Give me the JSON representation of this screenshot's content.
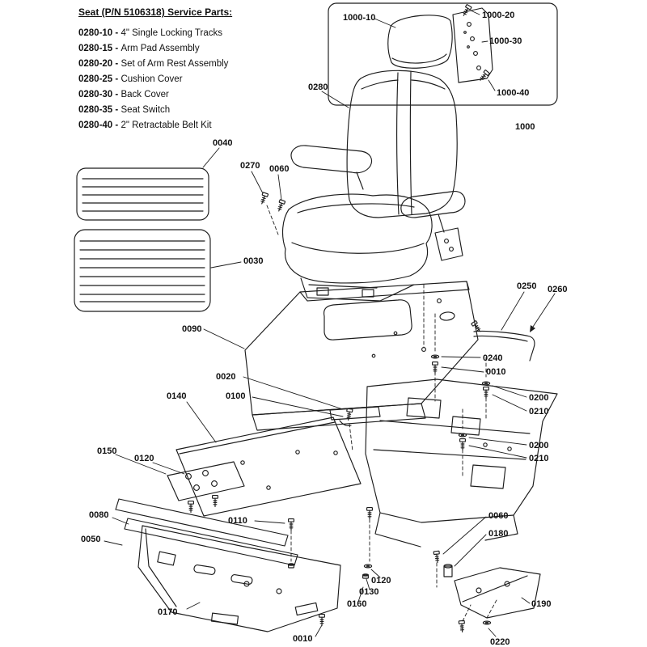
{
  "page": {
    "background": "#ffffff",
    "line_color": "#1c1c1c"
  },
  "legend": {
    "title": "Seat (P/N 5106318) Service Parts:",
    "separator": " - ",
    "items": [
      {
        "code": "0280-10",
        "desc": "4\" Single Locking Tracks"
      },
      {
        "code": "0280-15",
        "desc": "Arm Pad Assembly"
      },
      {
        "code": "0280-20",
        "desc": "Set of Arm Rest Assembly"
      },
      {
        "code": "0280-25",
        "desc": "Cushion Cover"
      },
      {
        "code": "0280-30",
        "desc": "Back Cover"
      },
      {
        "code": "0280-35",
        "desc": "Seat Switch"
      },
      {
        "code": "0280-40",
        "desc": "2\" Retractable Belt Kit"
      }
    ]
  },
  "callouts": [
    {
      "label": "1000-10"
    },
    {
      "label": "1000-20"
    },
    {
      "label": "1000-30"
    },
    {
      "label": "1000-40"
    },
    {
      "label": "1000"
    },
    {
      "label": "0280"
    },
    {
      "label": "0040"
    },
    {
      "label": "0270"
    },
    {
      "label": "0060"
    },
    {
      "label": "0030"
    },
    {
      "label": "0250"
    },
    {
      "label": "0260"
    },
    {
      "label": "0090"
    },
    {
      "label": "0240"
    },
    {
      "label": "0010"
    },
    {
      "label": "0020"
    },
    {
      "label": "0100"
    },
    {
      "label": "0140"
    },
    {
      "label": "0200"
    },
    {
      "label": "0210"
    },
    {
      "label": "0200"
    },
    {
      "label": "0210"
    },
    {
      "label": "0150"
    },
    {
      "label": "0120"
    },
    {
      "label": "0080"
    },
    {
      "label": "0050"
    },
    {
      "label": "0110"
    },
    {
      "label": "0060"
    },
    {
      "label": "0180"
    },
    {
      "label": "0120"
    },
    {
      "label": "0130"
    },
    {
      "label": "0160"
    },
    {
      "label": "0170"
    },
    {
      "label": "0190"
    },
    {
      "label": "0010"
    },
    {
      "label": "0220"
    }
  ]
}
